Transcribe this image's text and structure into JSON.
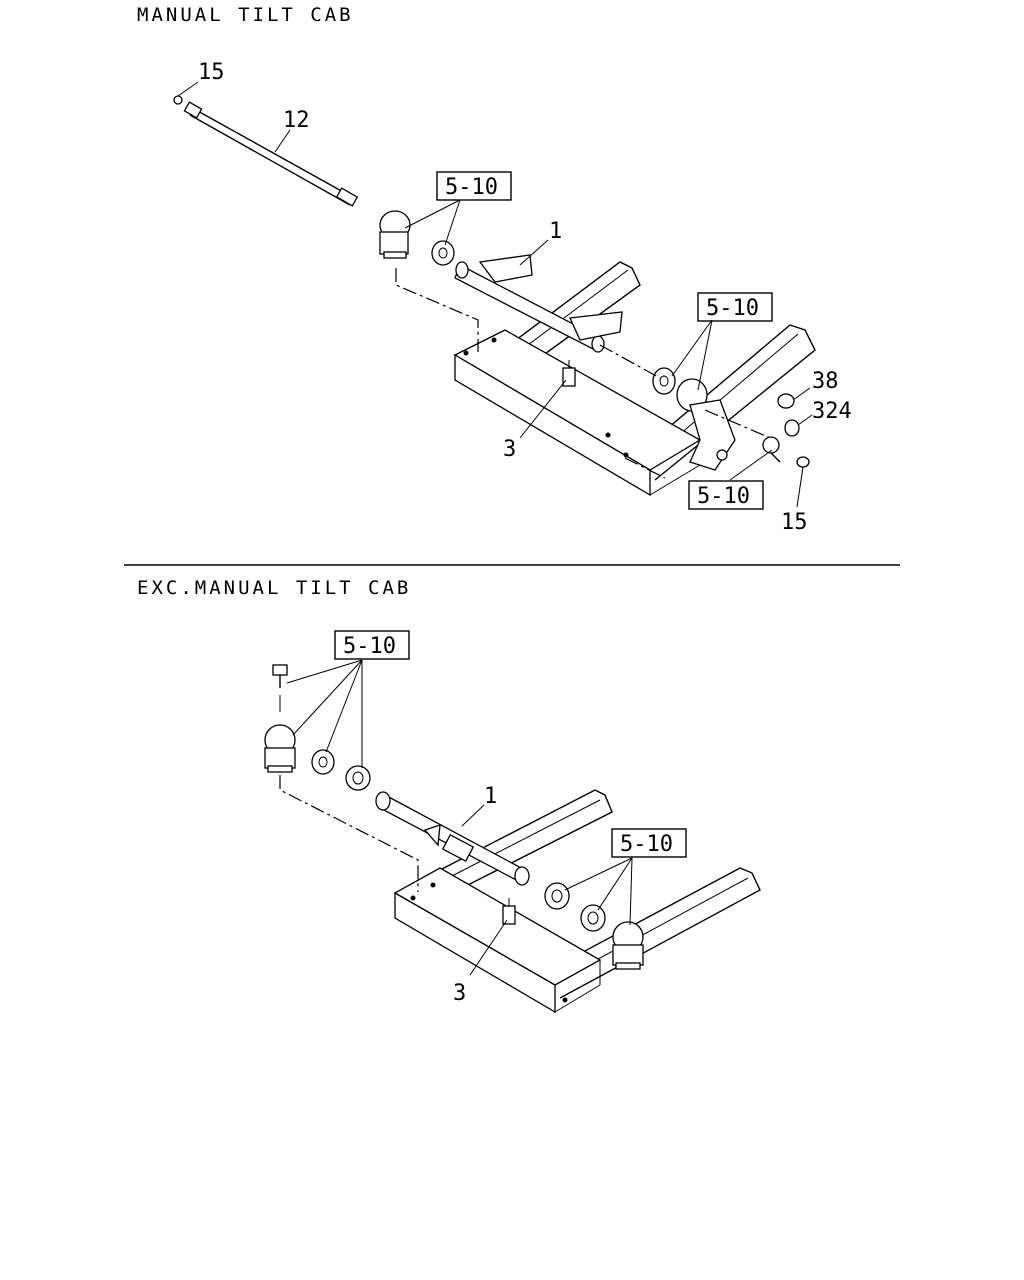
{
  "sections": [
    {
      "title": "MANUAL TILT CAB"
    },
    {
      "title": "EXC.MANUAL TILT CAB"
    }
  ],
  "top": {
    "callouts": {
      "c15a": "15",
      "c12": "12",
      "c1": "1",
      "c3": "3",
      "c38": "38",
      "c324": "324",
      "c15b": "15"
    },
    "ref_boxes": {
      "b1": "5-10",
      "b2": "5-10",
      "b3": "5-10"
    }
  },
  "bottom": {
    "callouts": {
      "c1": "1",
      "c3": "3"
    },
    "ref_boxes": {
      "b1": "5-10",
      "b2": "5-10"
    }
  }
}
